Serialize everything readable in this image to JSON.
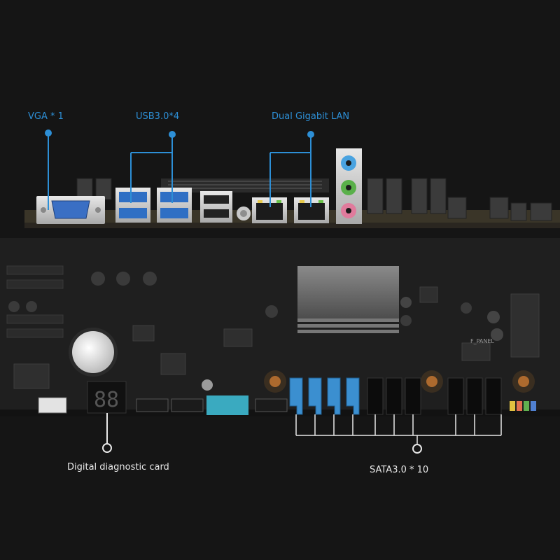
{
  "callouts": {
    "vga": "VGA * 1",
    "usb": "USB3.0*4",
    "lan": "Dual Gigabit LAN",
    "debug": "Digital diagnostic card",
    "sata": "SATA3.0 * 10"
  },
  "board_markings": {
    "debug_display": "88",
    "panel": "F_PANEL"
  },
  "colors": {
    "background": "#151515",
    "callout_blue": "#2d8fd6",
    "callout_white": "#e8e8e8",
    "usb3_port": "#2f6fc4",
    "sata_blue": "#3b8fd0",
    "audio_blue": "#4aa3e0",
    "audio_green": "#5ab04a",
    "audio_pink": "#e07b9c"
  }
}
